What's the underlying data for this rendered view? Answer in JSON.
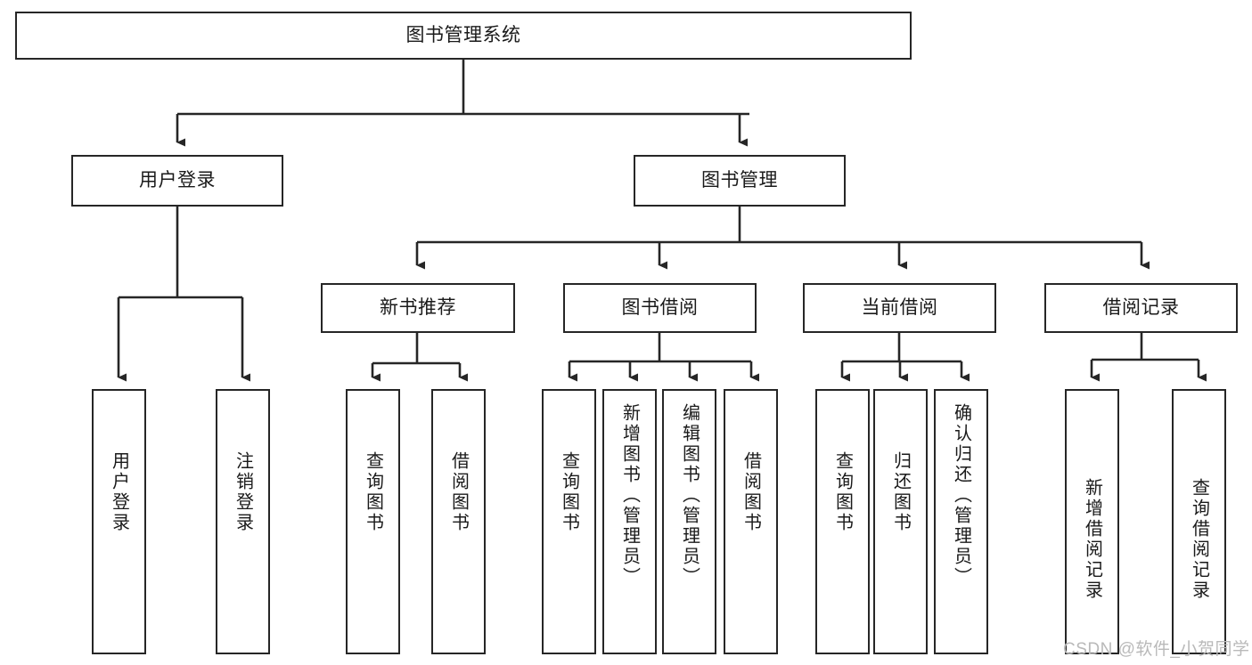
{
  "diagram": {
    "type": "tree-hierarchy-flowchart",
    "title": "图书管理系统",
    "colors": {
      "box_stroke": "#262626",
      "box_fill": "#ffffff",
      "edge": "#262626",
      "text": "#1a1a1a",
      "watermark": "#b9b9b9",
      "background": "#ffffff"
    },
    "root": {
      "label": "图书管理系统",
      "orientation": "horizontal"
    },
    "level2": [
      {
        "label": "用户登录",
        "orientation": "horizontal"
      },
      {
        "label": "图书管理",
        "orientation": "horizontal"
      }
    ],
    "level3": [
      {
        "label": "新书推荐",
        "orientation": "horizontal"
      },
      {
        "label": "图书借阅",
        "orientation": "horizontal"
      },
      {
        "label": "当前借阅",
        "orientation": "horizontal"
      },
      {
        "label": "借阅记录",
        "orientation": "horizontal"
      }
    ],
    "leaves": {
      "user_login": [
        {
          "label": "用户登录",
          "orientation": "vertical"
        },
        {
          "label": "注销登录",
          "orientation": "vertical"
        }
      ],
      "new_book_recommend": [
        {
          "label": "查询图书",
          "orientation": "vertical"
        },
        {
          "label": "借阅图书",
          "orientation": "vertical"
        }
      ],
      "book_borrow": [
        {
          "label": "查询图书",
          "orientation": "vertical"
        },
        {
          "label": "新增图书（管理员）",
          "orientation": "vertical"
        },
        {
          "label": "编辑图书（管理员）",
          "orientation": "vertical"
        },
        {
          "label": "借阅图书",
          "orientation": "vertical"
        }
      ],
      "current_borrow": [
        {
          "label": "查询图书",
          "orientation": "vertical"
        },
        {
          "label": "归还图书",
          "orientation": "vertical"
        },
        {
          "label": "确认归还（管理员）",
          "orientation": "vertical"
        }
      ],
      "borrow_record": [
        {
          "label": "新增借阅记录",
          "orientation": "vertical"
        },
        {
          "label": "查询借阅记录",
          "orientation": "vertical"
        }
      ]
    }
  },
  "watermark": {
    "text": "CSDN @软件_小贺同学"
  }
}
